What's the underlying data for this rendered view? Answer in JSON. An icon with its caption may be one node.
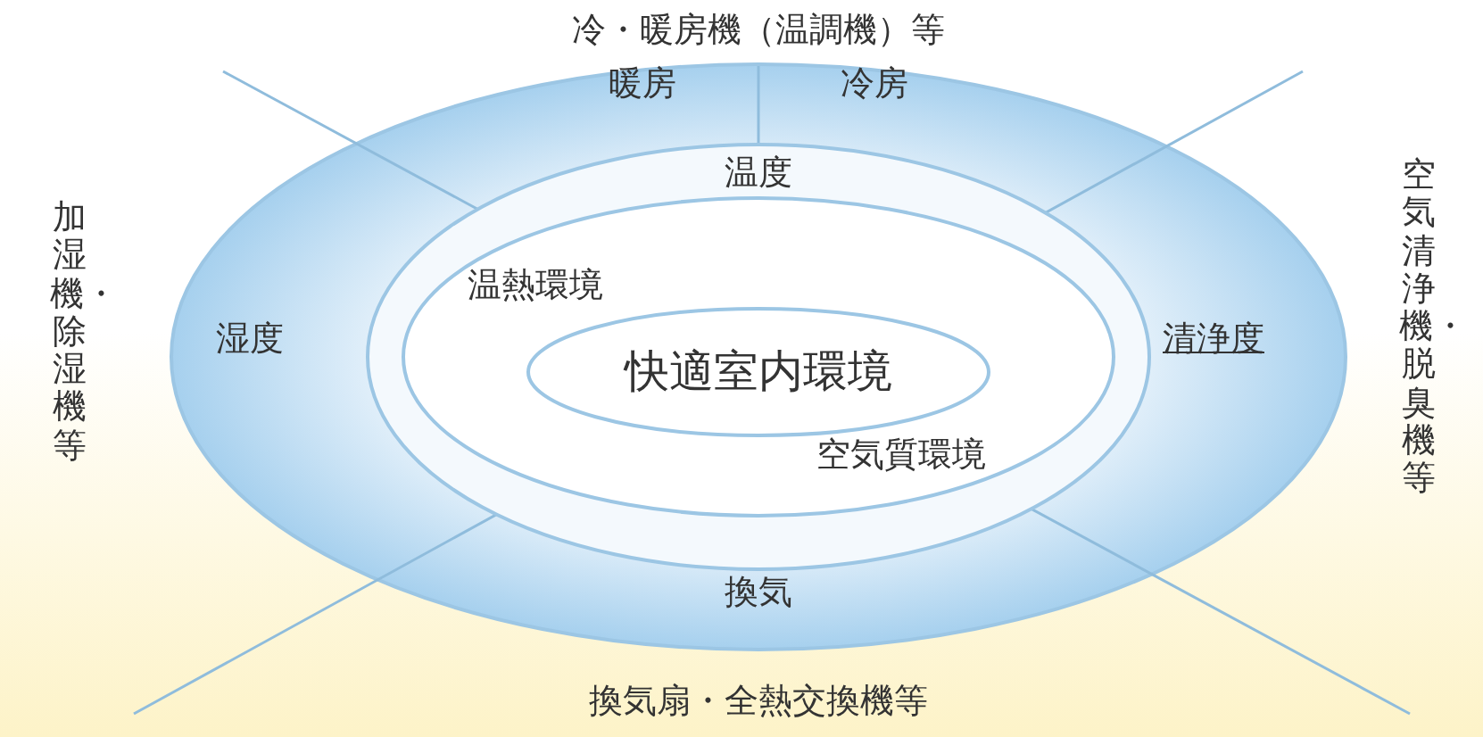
{
  "diagram": {
    "nodes": [
      {
        "text": [
          "暖房",
          "冷房",
          "湿度",
          "清浄度",
          "換気"
        ]
      },
      {
        "text": [
          "温度"
        ],
        "in": 0
      },
      {
        "text": [
          "温熱環境",
          "空気質環境"
        ],
        "in": 1
      },
      {
        "text": [
          "快適室内環境"
        ],
        "in": 2
      }
    ],
    "labels": [
      "冷・暖房機（温調機）等",
      "加湿機・除湿機等",
      "空気清浄機・脱臭機等",
      "換気扇・全熱交換機等"
    ]
  }
}
